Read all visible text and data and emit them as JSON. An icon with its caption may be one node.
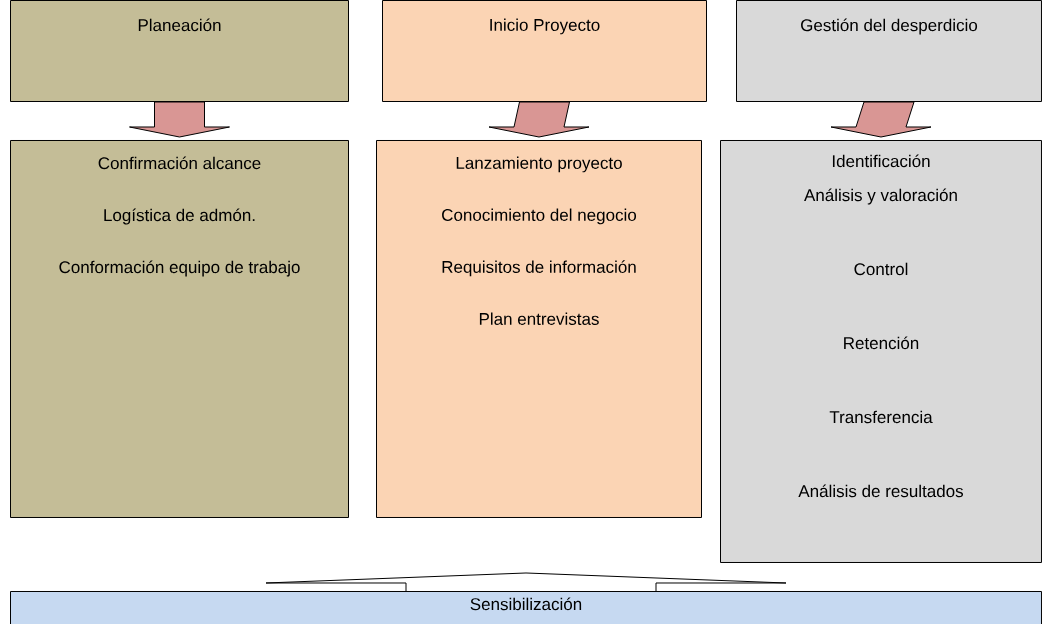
{
  "diagram": {
    "nodes": [
      {
        "text": [
          "Planeación"
        ]
      },
      {
        "text": [
          "Inicio Proyecto"
        ]
      },
      {
        "text": [
          "Gestión del desperdicio"
        ]
      },
      {
        "text": [
          "Confirmación alcance",
          "Logística de admón.",
          "Conformación equipo de trabajo"
        ]
      },
      {
        "text": [
          "Lanzamiento proyecto",
          "Conocimiento del negocio",
          "Requisitos de información",
          "Plan entrevistas"
        ]
      },
      {
        "text": [
          "Identificación",
          "Análisis y valoración",
          "Control",
          "Retención",
          "Transferencia",
          "Análisis de resultados"
        ]
      },
      {
        "text": [
          "Sensibilización"
        ]
      }
    ],
    "edges": [
      {
        "from": 0,
        "to": 3,
        "arrow": "to"
      },
      {
        "from": 1,
        "to": 4,
        "arrow": "to"
      },
      {
        "from": 2,
        "to": 5,
        "arrow": "to"
      },
      {
        "from": 6,
        "to": null,
        "arrow": "to"
      }
    ]
  }
}
